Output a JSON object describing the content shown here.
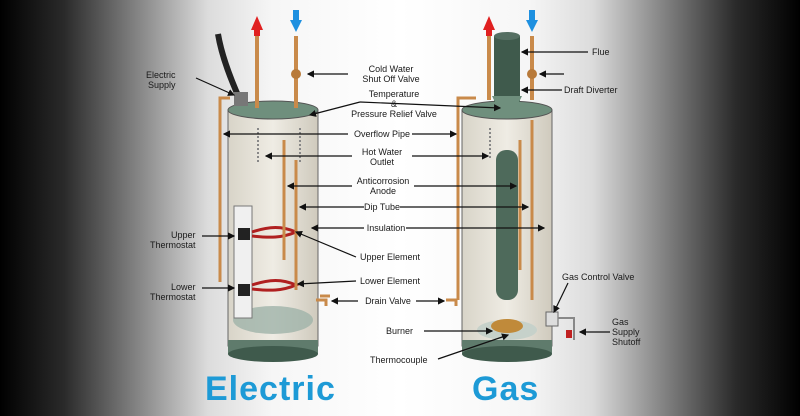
{
  "titles": {
    "electric": "Electric",
    "gas": "Gas"
  },
  "labels": {
    "electric_supply": "Electric\nSupply",
    "cold_water_shutoff": "Cold Water\nShut Off Valve",
    "temp_relief_valve": "Temperature\n&\nPressure Relief Valve",
    "overflow_pipe": "Overflow Pipe",
    "hot_water_outlet": "Hot Water\nOutlet",
    "anticorrosion_anode": "Anticorrosion\nAnode",
    "dip_tube": "Dip Tube",
    "insulation": "Insulation",
    "upper_thermostat": "Upper\nThermostat",
    "upper_element": "Upper Element",
    "lower_thermostat": "Lower\nThermostat",
    "lower_element": "Lower Element",
    "drain_valve": "Drain Valve",
    "burner": "Burner",
    "thermocouple": "Thermocouple",
    "flue": "Flue",
    "draft_diverter": "Draft Diverter",
    "gas_control_valve": "Gas Control Valve",
    "gas_supply_shutoff": "Gas\nSupply\nShutoff"
  },
  "colors": {
    "hot_arrow": "#e02020",
    "cold_arrow": "#1e90e0",
    "title": "#1d9ad6",
    "pipe": "#c98a4a"
  }
}
